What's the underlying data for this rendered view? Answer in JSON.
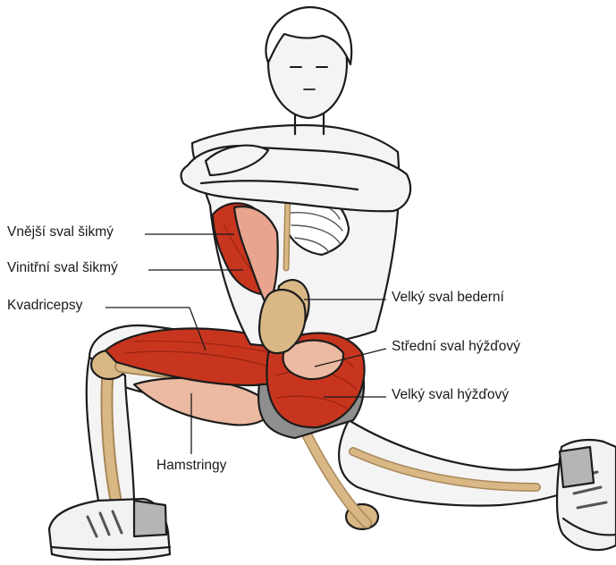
{
  "labels": {
    "external_oblique": "Vnější sval šikmý",
    "internal_oblique": "Vinitřní sval šikmý",
    "quadriceps": "Kvadricepsy",
    "psoas_major": "Velký sval bederní",
    "gluteus_medius": "Střední sval hýžďový",
    "gluteus_maximus": "Velký sval hýžďový",
    "hamstrings": "Hamstringy"
  },
  "colors": {
    "muscle": "#c8351e",
    "muscle_dark": "#9c2414",
    "muscle_light": "#e5735a",
    "bone": "#d9b886",
    "bone_dark": "#a8875a",
    "skin": "#f4f4f4",
    "outline": "#1c1c1c",
    "shorts": "#8e8e8e",
    "shoe_grey": "#a9a9a9"
  }
}
